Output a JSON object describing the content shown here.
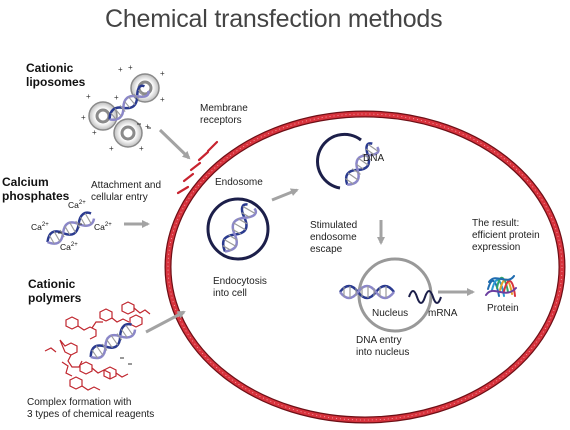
{
  "title": "Chemical transfection methods",
  "methods": {
    "liposomes": {
      "line1": "Cationic",
      "line2": "liposomes"
    },
    "calcium": {
      "line1": "Calcium",
      "line2": "phosphates"
    },
    "polymers": {
      "line1": "Cationic",
      "line2": "polymers"
    }
  },
  "ions": {
    "ca": "Ca",
    "ca_charge": "2+"
  },
  "labels": {
    "membrane_receptors_1": "Membrane",
    "membrane_receptors_2": "receptors",
    "attachment_1": "Attachment and",
    "attachment_2": "cellular entry",
    "endosome": "Endosome",
    "endocytosis_1": "Endocytosis",
    "endocytosis_2": "into cell",
    "dna": "DNA",
    "escape_1": "Stimulated",
    "escape_2": "endosome",
    "escape_3": "escape",
    "result_1": "The result:",
    "result_2": "efficient protein",
    "result_3": "expression",
    "nucleus": "Nucleus",
    "mrna": "mRNA",
    "protein": "Protein",
    "dna_entry_1": "DNA entry",
    "dna_entry_2": "into nucleus",
    "complex_1": "Complex formation with",
    "complex_2": "3 types of chemical reagents"
  },
  "colors": {
    "membrane_red": "#c8232f",
    "membrane_dark": "#6e0f16",
    "endosome_navy": "#1c1f4a",
    "arrow_gray": "#a3a3a3",
    "dna_purple": "#4e4a99",
    "dna_blue": "#2a3a8f",
    "polymer_red": "#c0262e",
    "liposome_gray": "#8a8a8a"
  }
}
